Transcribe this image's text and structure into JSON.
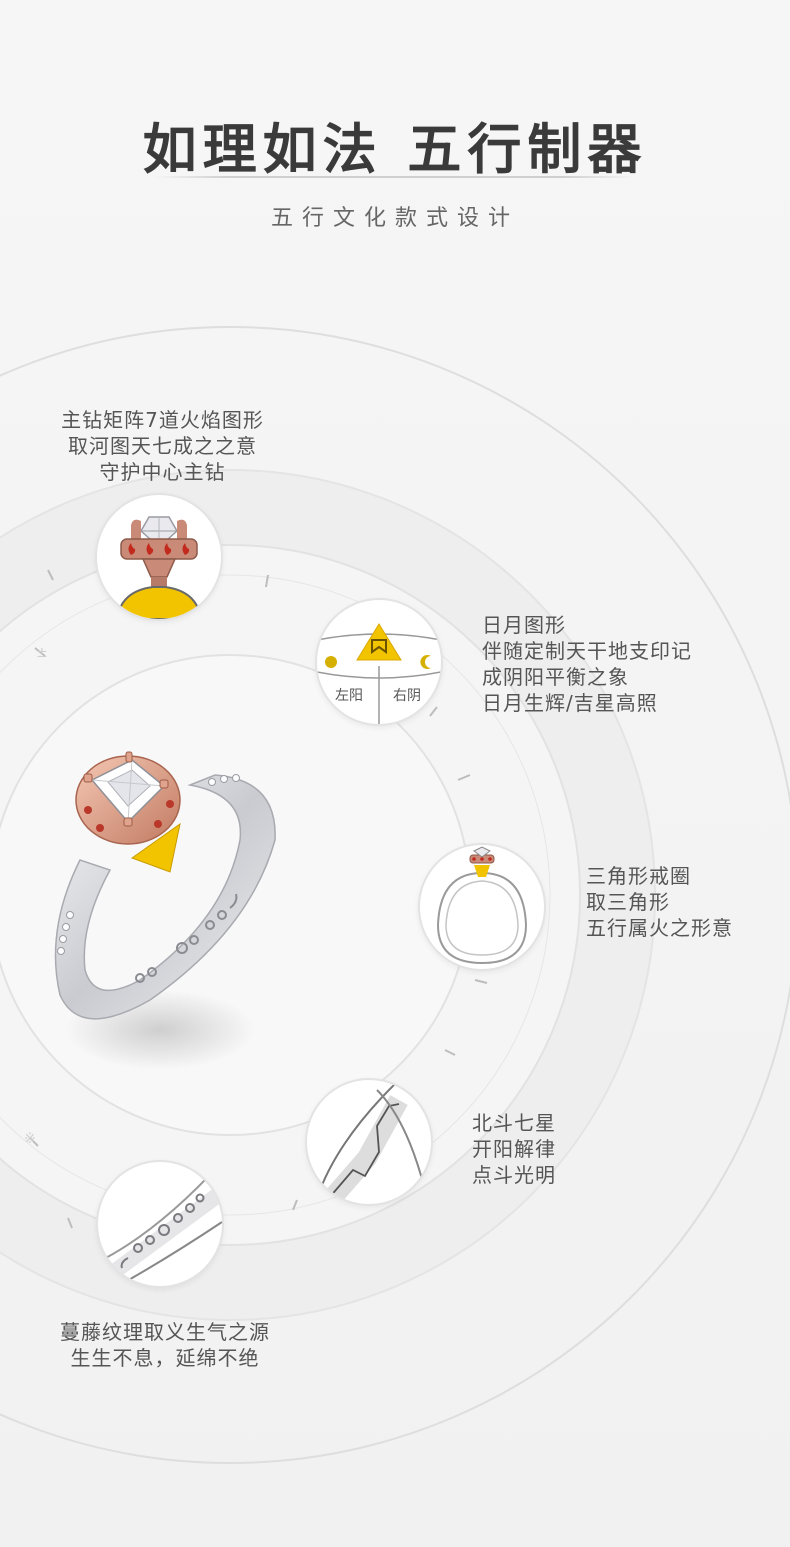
{
  "header": {
    "title": "如理如法 五行制器",
    "subtitle": "五行文化款式设计"
  },
  "features": {
    "flame": {
      "lines": [
        "主钻矩阵7道火焰图形",
        "取河图天七成之之意",
        "守护中心主钻"
      ]
    },
    "sun_moon": {
      "lines": [
        "日月图形",
        "伴随定制天干地支印记",
        "成阴阳平衡之象",
        "日月生辉/吉星高照"
      ],
      "left_label": "左阳",
      "right_label": "右阴"
    },
    "triangle": {
      "lines": [
        "三角形戒圈",
        "取三角形",
        "五行属火之形意"
      ]
    },
    "big_dipper": {
      "lines": [
        "北斗七星",
        "开阳解律",
        "点斗光明"
      ]
    },
    "vine": {
      "lines": [
        "蔓藤纹理取义生气之源",
        "生生不息，延绵不绝"
      ]
    }
  },
  "colors": {
    "gold": "#f2c400",
    "rose_gold": "#c98a78",
    "flame_red": "#c22a1e",
    "text": "#555555",
    "title": "#3a3a3a"
  }
}
